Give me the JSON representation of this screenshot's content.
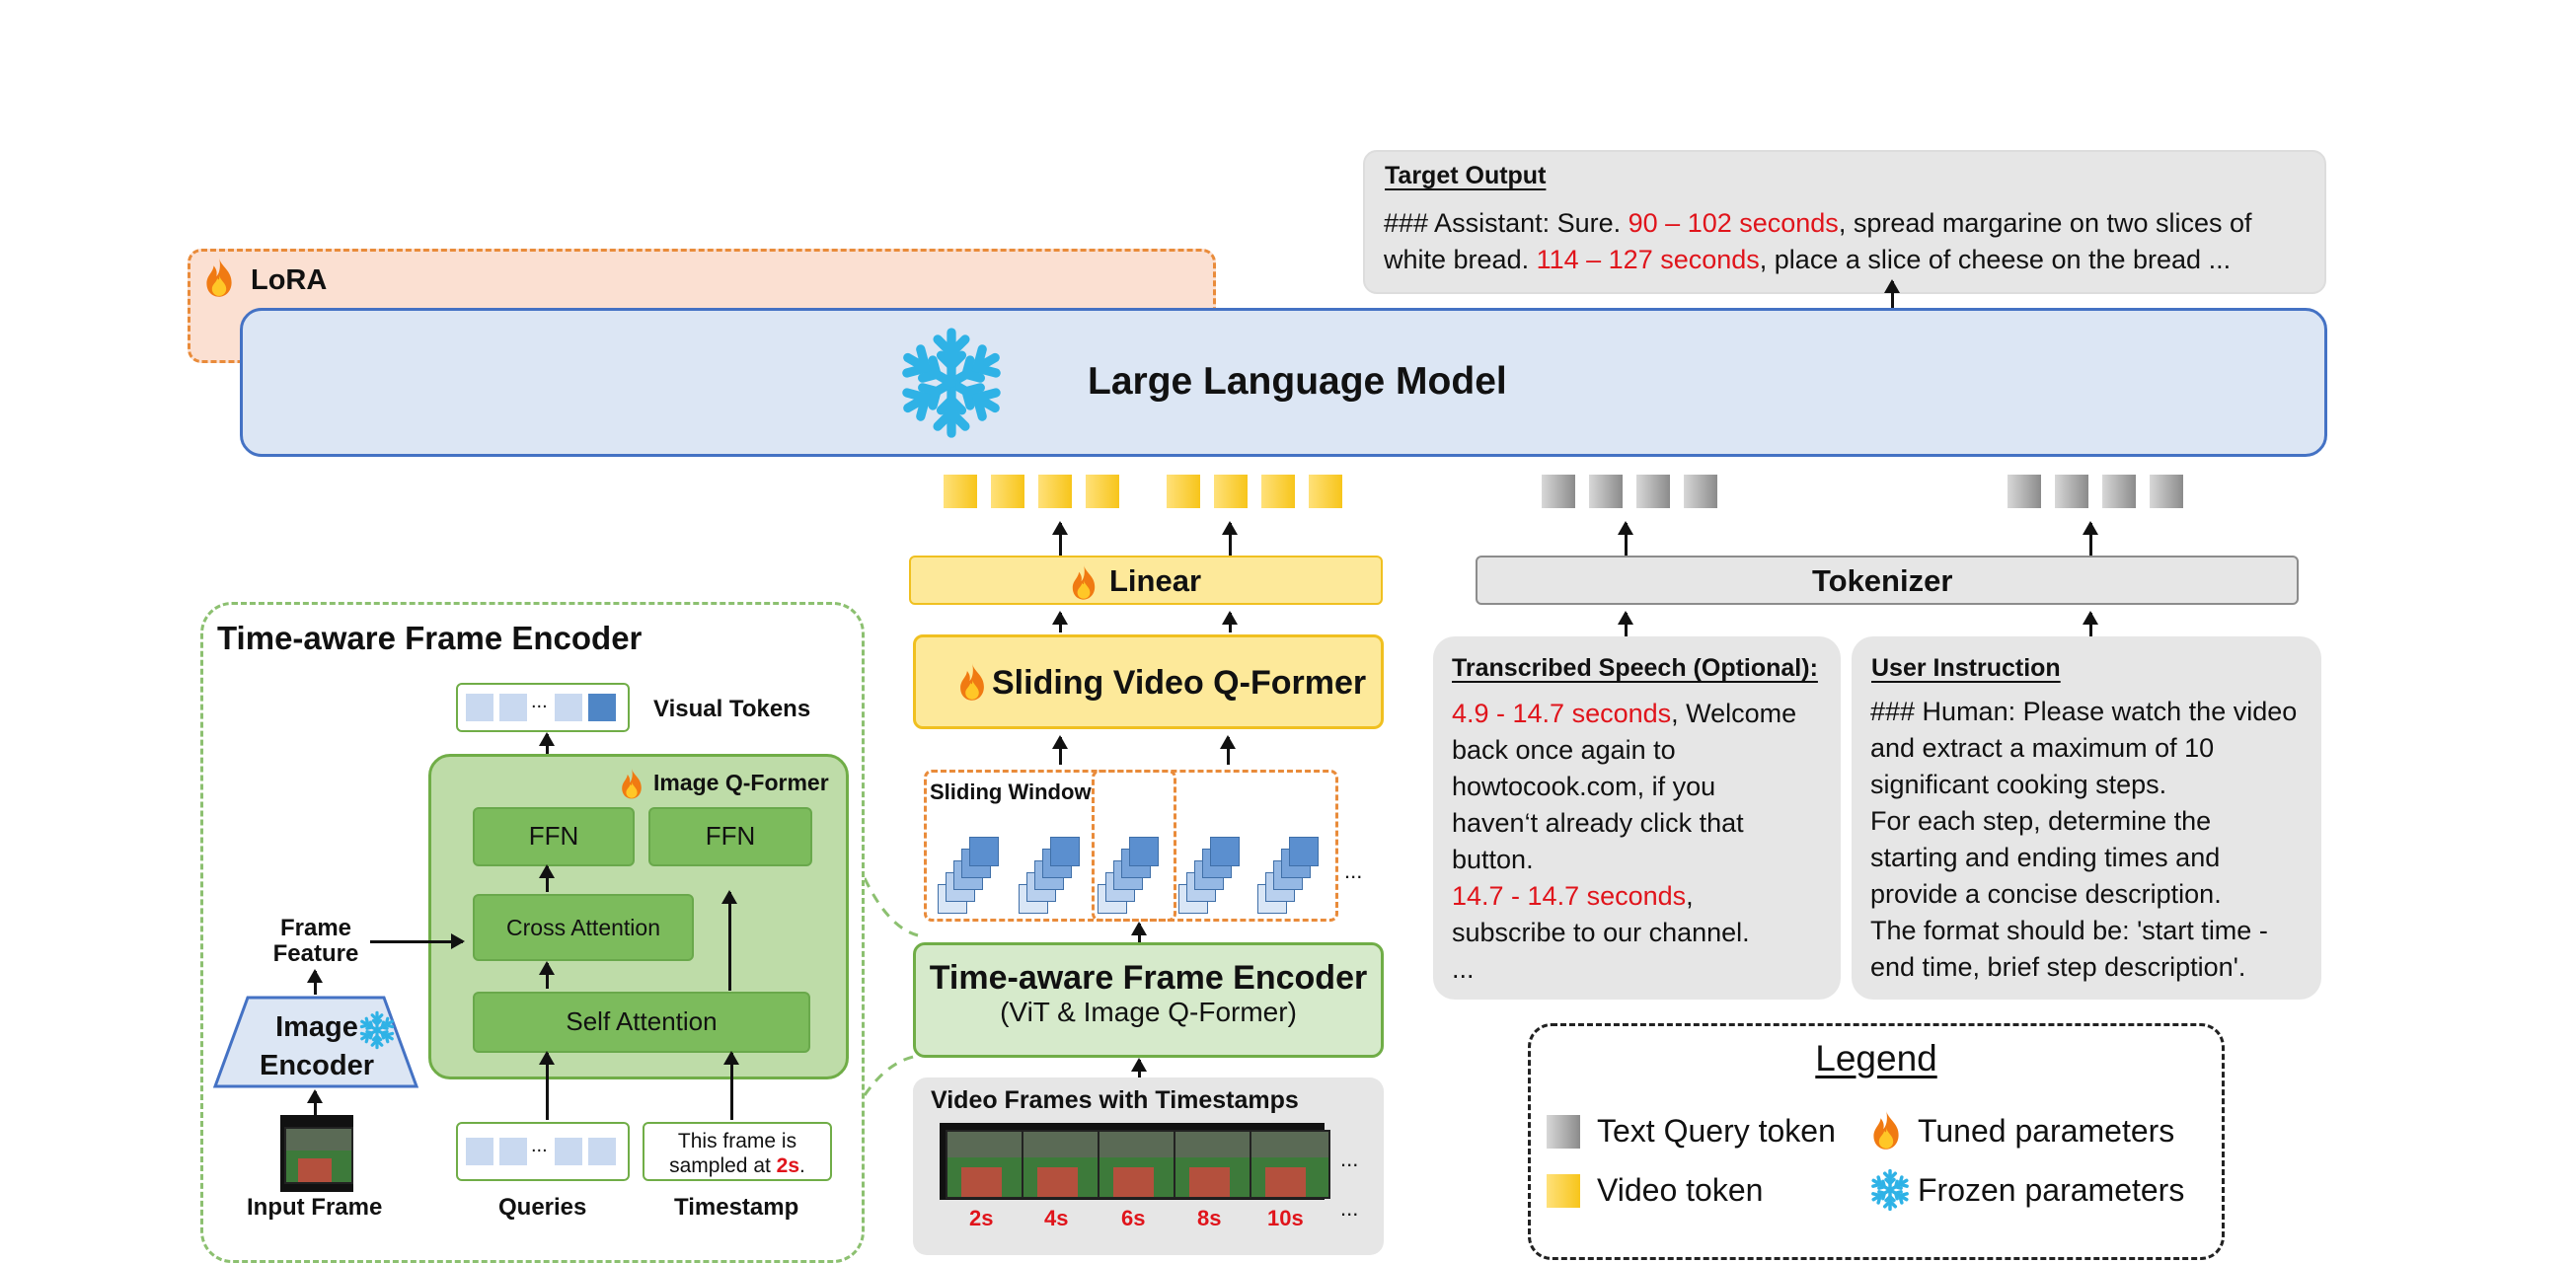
{
  "target_output": {
    "title": "Target Output",
    "line1_prefix": "### Assistant: Sure. ",
    "line1_time": "90 – 102 seconds",
    "line1_suffix": ", spread margarine on two slices of",
    "line2_prefix": "white bread. ",
    "line2_time": "114 – 127 seconds",
    "line2_suffix": ",  place a slice of cheese on the bread ..."
  },
  "lora": {
    "label": "LoRA"
  },
  "llm": {
    "label": "Large Language Model"
  },
  "linear": {
    "label": "Linear"
  },
  "tokenizer": {
    "label": "Tokenizer"
  },
  "sliding_qformer": {
    "label": "Sliding Video Q-Former"
  },
  "sliding_window": {
    "label": "Sliding Window",
    "ellipsis": "..."
  },
  "tafe_right": {
    "title": "Time-aware Frame Encoder",
    "subtitle": "(ViT & Image Q-Former)"
  },
  "video_frames": {
    "title": "Video Frames with Timestamps",
    "timestamps": [
      "2s",
      "4s",
      "6s",
      "8s",
      "10s"
    ],
    "ellipsis": "..."
  },
  "speech": {
    "title": "Transcribed Speech (Optional):",
    "time1": "4.9 - 14.7 seconds",
    "text1a": ", Welcome",
    "text1b": "back once again to",
    "text1c": "howtocook.com, if you",
    "text1d": "haven‘t already click that",
    "text1e": "button.",
    "time2": "14.7 - 14.7 seconds",
    "text2a": ",",
    "text2b": "subscribe to our channel.",
    "text3": "..."
  },
  "instruction": {
    "title": "User Instruction",
    "lines": [
      "### Human: Please watch the video",
      "and extract a maximum of 10",
      "significant cooking steps.",
      "For each step, determine the",
      "starting and ending times and",
      "provide a concise description.",
      "The format should be: 'start time -",
      "end time, brief step description'."
    ]
  },
  "tafe_detail": {
    "title": "Time-aware Frame Encoder",
    "visual_tokens": "Visual Tokens",
    "image_qformer": "Image Q-Former",
    "ffn_left": "FFN",
    "ffn_right": "FFN",
    "cross_attention": "Cross Attention",
    "self_attention": "Self Attention",
    "frame_feature": "Frame Feature",
    "image_encoder": "Image Encoder",
    "input_frame": "Input Frame",
    "queries": "Queries",
    "timestamp": "Timestamp",
    "timestamp_text_a": "This frame is",
    "timestamp_text_b": "sampled at ",
    "timestamp_value": "2s",
    "timestamp_period": ".",
    "ellipsis": "..."
  },
  "legend": {
    "title": "Legend",
    "text_query": "Text Query token",
    "tuned": "Tuned parameters",
    "video_token": "Video token",
    "frozen": "Frozen parameters"
  },
  "icons": [
    "fire-icon",
    "snowflake-icon"
  ],
  "colors": {
    "llm_fill": "#dce6f4",
    "llm_border": "#4472c4",
    "lora_fill": "#fbe0d2",
    "lora_border": "#e98b3a",
    "yellow_fill": "#fde99a",
    "yellow_border": "#f0c020",
    "green_fill": "#d6eacb",
    "green_border": "#70ad47",
    "gray_fill": "#e6e6e6",
    "red_text": "#e0141b",
    "snow": "#2fb2e6"
  }
}
